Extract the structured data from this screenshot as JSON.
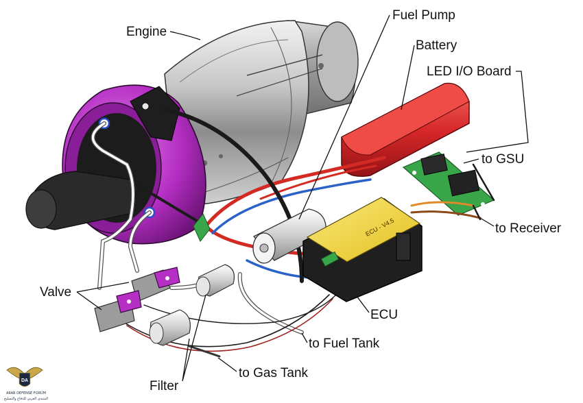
{
  "labels": {
    "engine": "Engine",
    "fuel_pump": "Fuel Pump",
    "battery": "Battery",
    "led_io_board": "LED I/O Board",
    "to_gsu": "to GSU",
    "to_receiver": "to Receiver",
    "ecu": "ECU",
    "valve": "Valve",
    "to_fuel_tank": "to Fuel Tank",
    "filter": "Filter",
    "to_gas_tank": "to Gas Tank"
  },
  "ecu_label": {
    "model": "ECU - V4.5"
  },
  "watermark": {
    "initials": "DA",
    "line1": "ARAB DEFENSE FORUM",
    "line2": "المنتدى العربي للدفاع والتسليح"
  },
  "colors": {
    "casing_purple": "#b52fc4",
    "battery_red": "#d7282a",
    "ecu_yellow": "#f2d83b",
    "board_green": "#3aa64a",
    "wire_red": "#d42a24",
    "wire_blue": "#2a62c8",
    "wire_black": "#1a1a1a",
    "wire_orange": "#e08a2a"
  }
}
